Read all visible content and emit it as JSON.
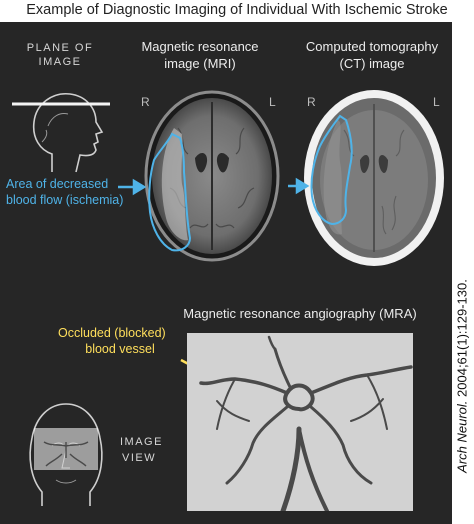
{
  "header": {
    "title": "Example of Diagnostic Imaging of Individual With Ischemic Stroke"
  },
  "plane_label": {
    "line1": "PLANE OF",
    "line2": "IMAGE"
  },
  "mri": {
    "title_line1": "Magnetic resonance",
    "title_line2": "image (MRI)",
    "left_marker": "R",
    "right_marker": "L"
  },
  "ct": {
    "title_line1": "Computed tomography",
    "title_line2": "(CT) image",
    "left_marker": "R",
    "right_marker": "L"
  },
  "ischemia_label": {
    "line1": "Area of decreased",
    "line2": "blood flow (ischemia)"
  },
  "mra": {
    "title": "Magnetic resonance angiography (MRA)"
  },
  "occluded_label": {
    "line1": "Occluded (blocked)",
    "line2": "blood vessel"
  },
  "view_label": {
    "line1": "IMAGE",
    "line2": "VIEW"
  },
  "citation": {
    "journal": "Arch Neurol.",
    "ref": " 2004;61(1):129-130."
  },
  "colors": {
    "background": "#262626",
    "ischemia_outline": "#4fb3e8",
    "pointer_yellow": "#ffdf5c"
  },
  "icons": [
    "head-profile-icon",
    "face-front-icon"
  ]
}
